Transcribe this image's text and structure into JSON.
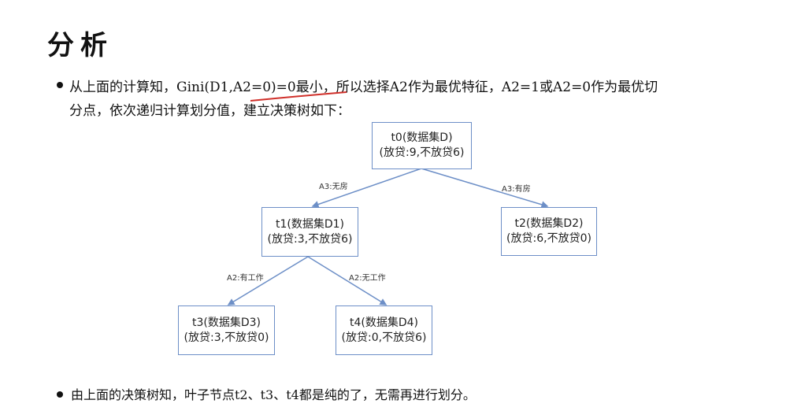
{
  "title": "分析",
  "bullet1": {
    "line1": "从上面的计算知，Gini(D1,A2=0)=0最小，所以选择A2作为最优特征，A2=1或A2=0作为最优切",
    "line2": "分点，依次递归计算划分值，建立决策树如下："
  },
  "tree": {
    "nodes": [
      {
        "id": "t0",
        "name": "t0(数据集D)",
        "counts": "(放贷:9,不放贷6)"
      },
      {
        "id": "t1",
        "name": "t1(数据集D1)",
        "counts": "(放贷:3,不放贷6)"
      },
      {
        "id": "t2",
        "name": "t2(数据集D2)",
        "counts": "(放贷:6,不放贷0)"
      },
      {
        "id": "t3",
        "name": "t3(数据集D3)",
        "counts": "(放贷:3,不放贷0)"
      },
      {
        "id": "t4",
        "name": "t4(数据集D4)",
        "counts": "(放贷:0,不放贷6)"
      }
    ],
    "edges": [
      {
        "from": "t0",
        "to": "t1",
        "label": "A3:无房"
      },
      {
        "from": "t0",
        "to": "t2",
        "label": "A3:有房"
      },
      {
        "from": "t1",
        "to": "t3",
        "label": "A2:有工作"
      },
      {
        "from": "t1",
        "to": "t4",
        "label": "A2:无工作"
      }
    ]
  },
  "bullet2": "由上面的决策树知，叶子节点t2、t3、t4都是纯的了，无需再进行划分。",
  "colors": {
    "edge": "#6d8fc7",
    "underline": "#d0302a"
  }
}
